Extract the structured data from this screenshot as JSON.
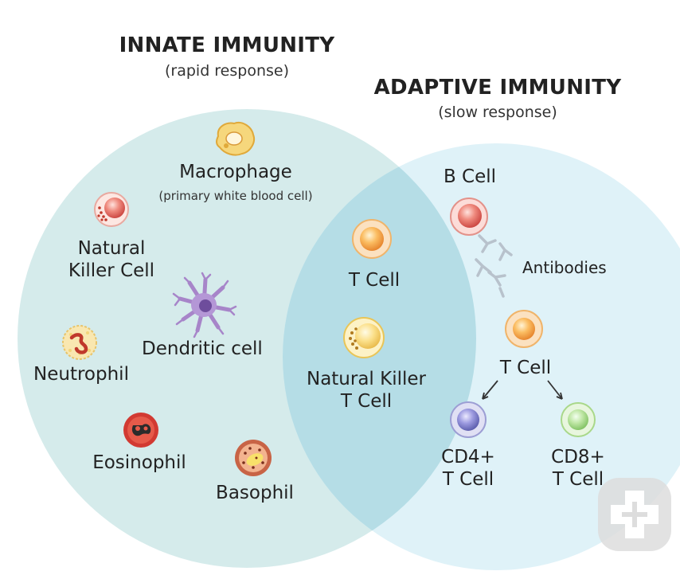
{
  "innate": {
    "title": "INNATE IMMUNITY",
    "subtitle": "(rapid response)",
    "cells": {
      "macrophage": "Macrophage",
      "macrophage_note": "(primary white blood cell)",
      "nk_line1": "Natural",
      "nk_line2": "Killer Cell",
      "dendritic": "Dendritic cell",
      "neutrophil": "Neutrophil",
      "eosinophil": "Eosinophil",
      "basophil": "Basophil"
    }
  },
  "adaptive": {
    "title": "ADAPTIVE IMMUNITY",
    "subtitle": "(slow response)",
    "cells": {
      "b_cell": "B Cell",
      "antibodies": "Antibodies",
      "t_cell": "T Cell",
      "cd4_line1": "CD4+",
      "cd4_line2": "T Cell",
      "cd8_line1": "CD8+",
      "cd8_line2": "T Cell"
    }
  },
  "overlap": {
    "t_cell": "T Cell",
    "nkt_line1": "Natural Killer",
    "nkt_line2": "T Cell"
  },
  "colors": {
    "innate_circle": "#d5ebeb",
    "adaptive_circle": "#dff2f8",
    "overlap": "#b5dde6",
    "t_cell": "#f7a24a",
    "cd4": "#7f82c4",
    "cd8": "#a9d88a",
    "b_cell": "#e26d6d"
  },
  "icons": [
    "macrophage-icon",
    "natural-killer-cell-icon",
    "dendritic-cell-icon",
    "neutrophil-icon",
    "eosinophil-icon",
    "basophil-icon",
    "t-cell-icon",
    "nkt-cell-icon",
    "b-cell-icon",
    "antibody-icon",
    "cd4-t-cell-icon",
    "cd8-t-cell-icon",
    "arrow-icon",
    "watermark-plus-icon"
  ]
}
